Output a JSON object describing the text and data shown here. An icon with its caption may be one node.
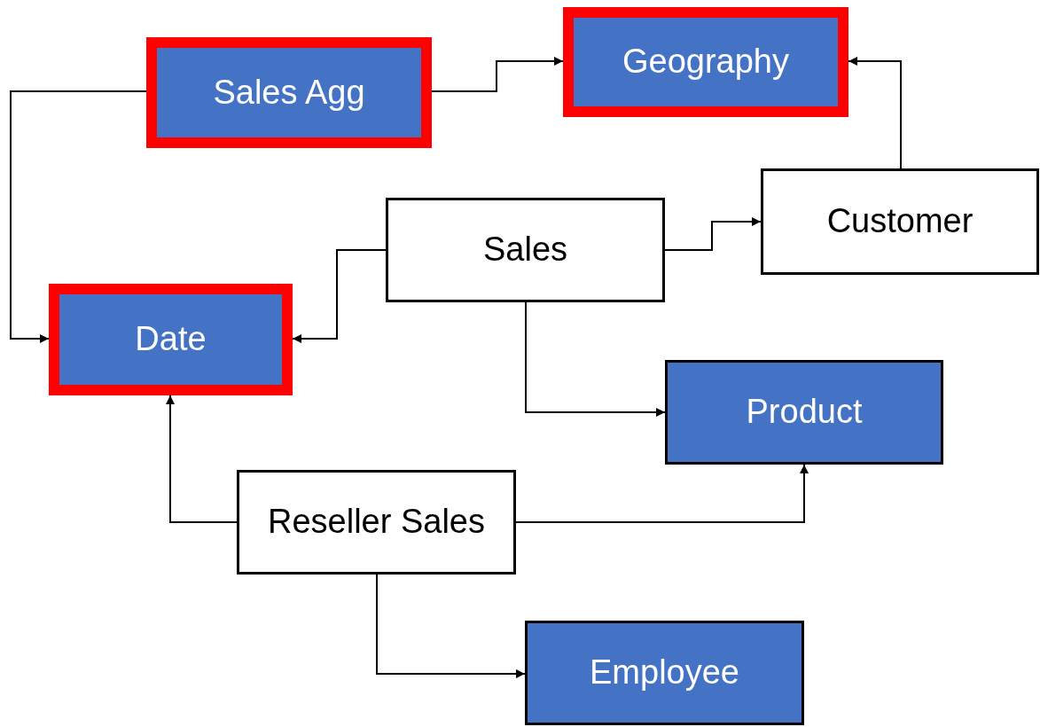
{
  "diagram": {
    "nodes": [
      {
        "text": [
          "Sales Agg"
        ]
      },
      {
        "text": [
          "Geography"
        ]
      },
      {
        "text": [
          "Customer"
        ]
      },
      {
        "text": [
          "Sales"
        ]
      },
      {
        "text": [
          "Date"
        ]
      },
      {
        "text": [
          "Product"
        ]
      },
      {
        "text": [
          "Reseller Sales"
        ]
      },
      {
        "text": [
          "Employee"
        ]
      }
    ],
    "edges": [
      {
        "from": 0,
        "to": 1,
        "arrow": "to"
      },
      {
        "from": 0,
        "to": 4,
        "arrow": "to"
      },
      {
        "from": 2,
        "to": 1,
        "arrow": "to"
      },
      {
        "from": 3,
        "to": 2,
        "arrow": "to"
      },
      {
        "from": 3,
        "to": 4,
        "arrow": "to"
      },
      {
        "from": 3,
        "to": 5,
        "arrow": "to"
      },
      {
        "from": 6,
        "to": 4,
        "arrow": "to"
      },
      {
        "from": 6,
        "to": 5,
        "arrow": "to"
      },
      {
        "from": 6,
        "to": 7,
        "arrow": "to"
      }
    ]
  }
}
